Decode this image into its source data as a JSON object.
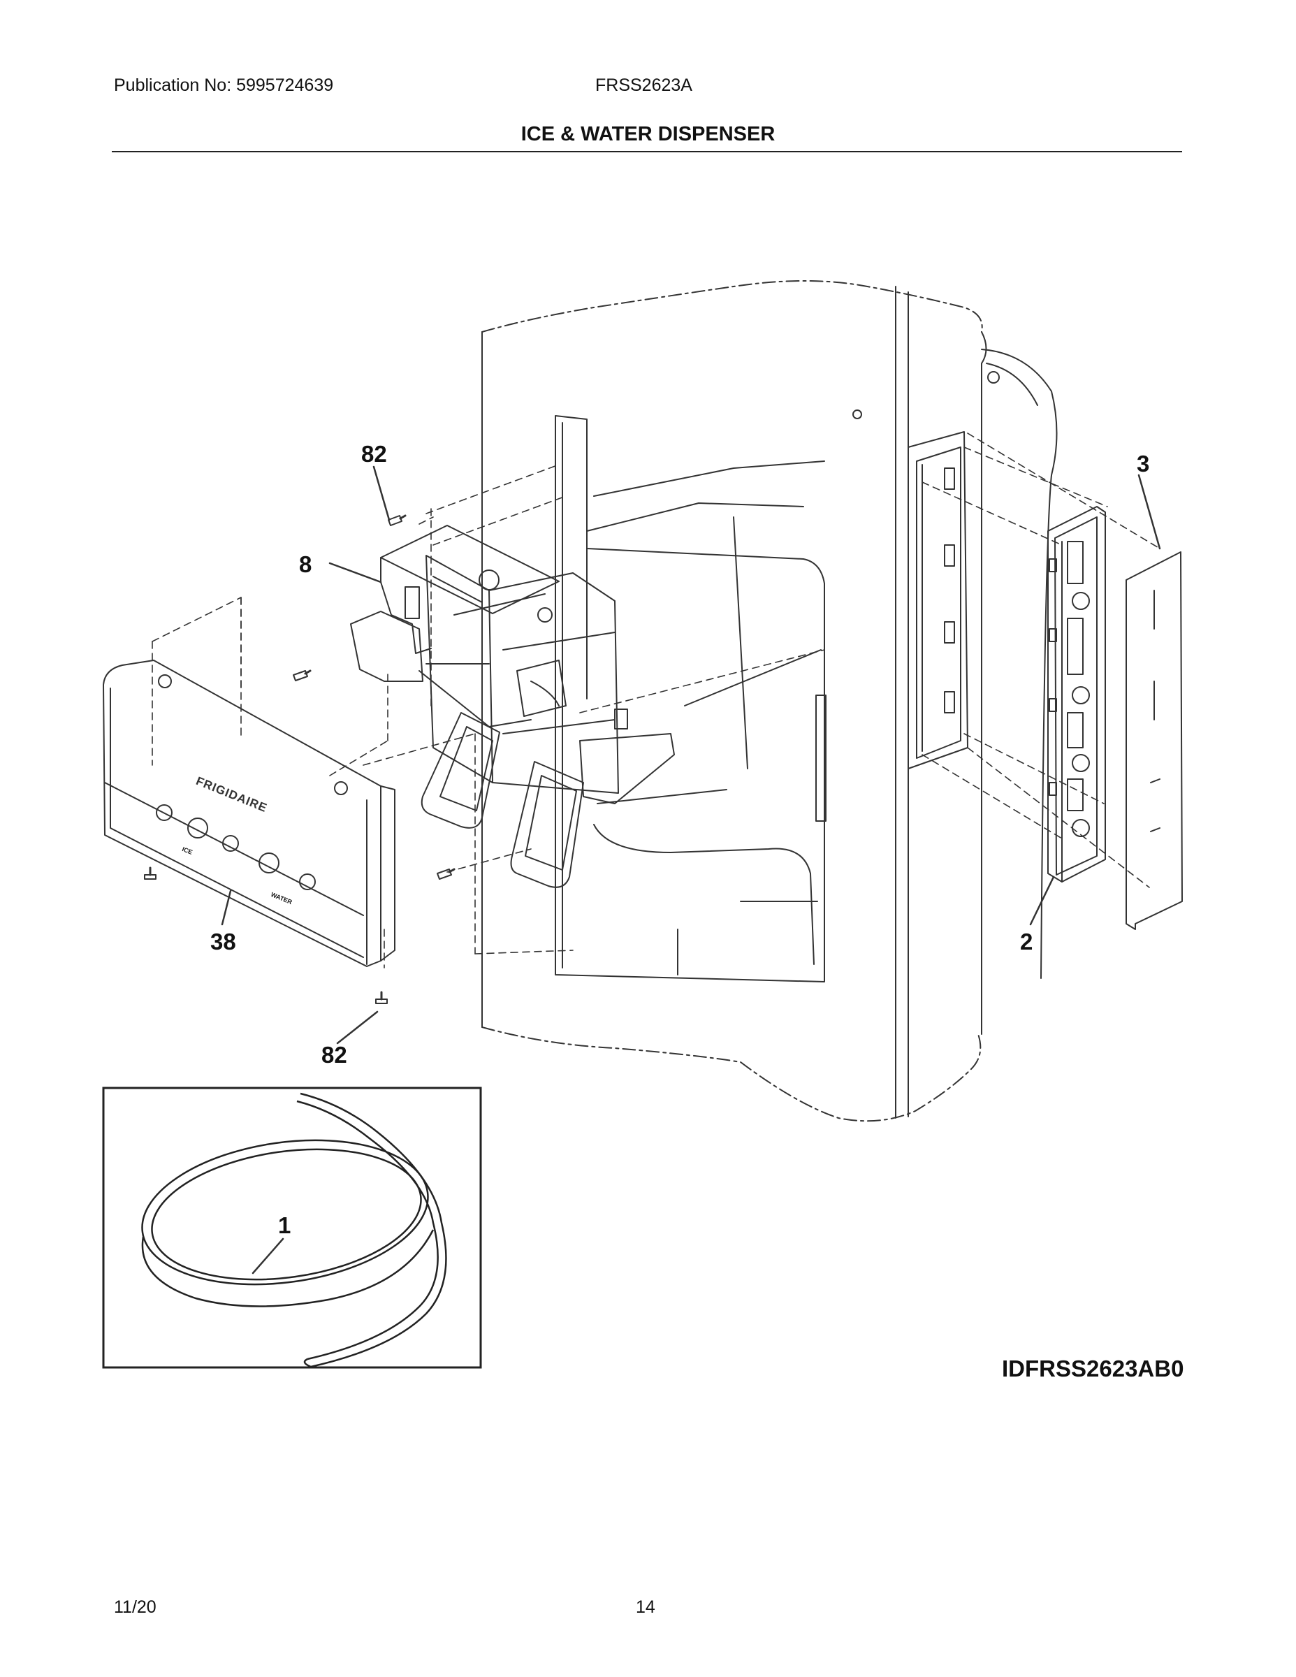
{
  "header": {
    "publication": "Publication No: 5995724639",
    "model": "FRSS2623A",
    "section_title": "ICE & WATER DISPENSER"
  },
  "callouts": {
    "screw_top": "82",
    "actuator_bracket": "8",
    "overlay": "3",
    "control_panel": "38",
    "control_board": "2",
    "screw_bottom": "82",
    "tubing": "1"
  },
  "panel_brand": "FRIGIDAIRE",
  "panel_labels": {
    "ice": "ICE",
    "water": "WATER"
  },
  "figure_id": "IDFRSS2623AB0",
  "footer": {
    "date": "11/20",
    "page": "14"
  }
}
